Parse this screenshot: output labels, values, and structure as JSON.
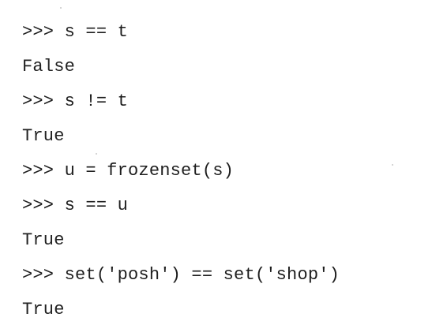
{
  "code": {
    "lines": [
      {
        "kind": "input",
        "text": ">>> s == t"
      },
      {
        "kind": "output",
        "text": "False"
      },
      {
        "kind": "input",
        "text": ">>> s != t"
      },
      {
        "kind": "output",
        "text": "True"
      },
      {
        "kind": "input",
        "text": ">>> u = frozenset(s)"
      },
      {
        "kind": "input",
        "text": ">>> s == u"
      },
      {
        "kind": "output",
        "text": "True"
      },
      {
        "kind": "input",
        "text": ">>> set('posh') == set('shop')"
      },
      {
        "kind": "output",
        "text": "True"
      }
    ]
  }
}
